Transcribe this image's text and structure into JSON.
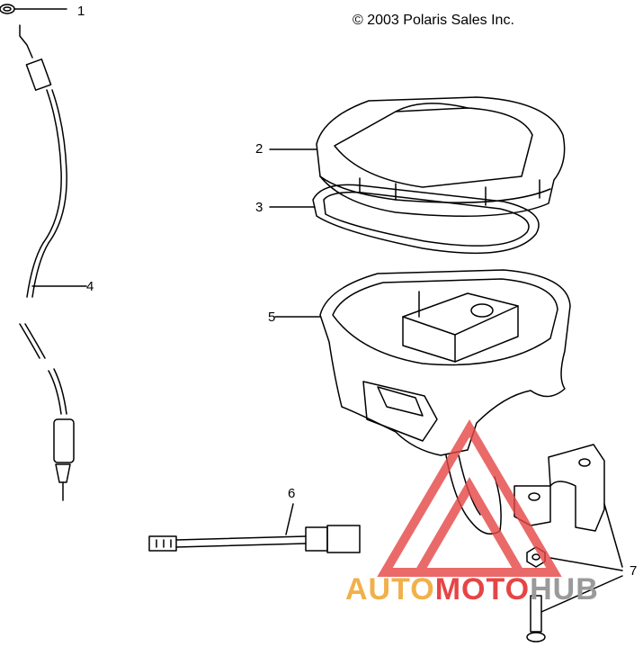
{
  "copyright": "© 2003 Polaris Sales Inc.",
  "callouts": [
    "1",
    "2",
    "3",
    "4",
    "5",
    "6",
    "7"
  ],
  "watermark": {
    "part1": "AUTO",
    "part2": "MOTO",
    "part3": "HUB"
  },
  "colors": {
    "line": "#000000",
    "watermark_red": "#e64545",
    "watermark_orange": "#f1b04a",
    "watermark_gray": "#9a9a9a"
  }
}
